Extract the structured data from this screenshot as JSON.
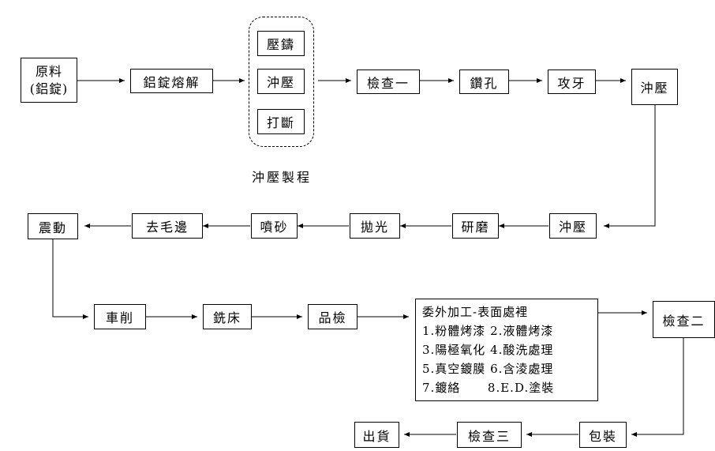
{
  "nodes": {
    "raw_material_line1": "原料",
    "raw_material_line2": "(鋁錠)",
    "melting": "鋁錠熔解",
    "die_casting": "壓鑄",
    "stamping_in_group": "沖壓",
    "breaking": "打斷",
    "inspection_1": "檢查一",
    "drilling": "鑽孔",
    "tapping": "攻牙",
    "stamping_2": "沖壓",
    "stamping_3": "沖壓",
    "grinding": "研磨",
    "polishing": "拋光",
    "sandblasting": "噴砂",
    "deburring": "去毛邊",
    "vibrating": "震動",
    "turning": "車削",
    "milling": "銑床",
    "quality_check": "品檢",
    "inspection_2": "檢查二",
    "packaging": "包裝",
    "inspection_3": "檢查三",
    "shipping": "出貨"
  },
  "stamping_group_caption": "沖壓製程",
  "outsourcing": {
    "title": "委外加工-表面處裡",
    "lines": [
      "1.粉體烤漆 2.液體烤漆",
      "3.陽極氧化 4.酸洗處理",
      "5.真空鍍膜 6.含淩處理",
      "7.鍍絡      8.E.D.塗裝"
    ]
  }
}
